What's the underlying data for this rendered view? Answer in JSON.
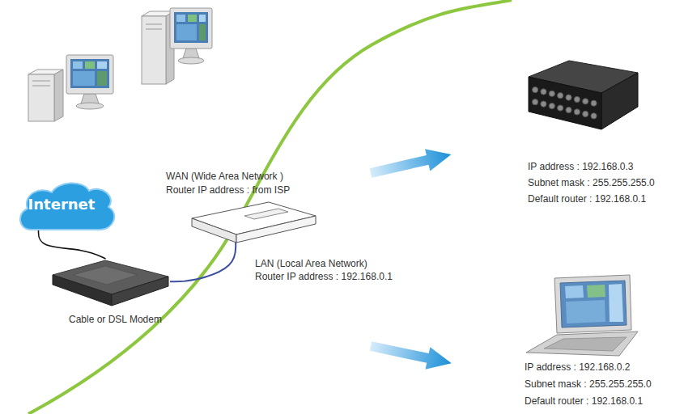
{
  "diagram": {
    "nodes": [
      {
        "text": [
          "Internet"
        ]
      },
      {
        "text": [
          "Cable or DSL Modem"
        ]
      },
      {
        "text": [
          "WAN (Wide Area Network )",
          "Router IP address : from ISP",
          "LAN (Local Area Network)",
          "Router IP address : 192.168.0.1"
        ]
      },
      {
        "text": [
          "IP address : 192.168.0.3",
          "Subnet mask : 255.255.255.0",
          "Default router : 192.168.0.1"
        ]
      },
      {
        "text": [
          "IP address : 192.168.0.2",
          "Subnet mask : 255.255.255.0",
          "Default router : 192.168.0.1"
        ]
      }
    ],
    "edges": [
      {
        "from": 0,
        "to": 1,
        "arrow": "none"
      },
      {
        "from": 1,
        "to": 2,
        "arrow": "none"
      }
    ]
  }
}
